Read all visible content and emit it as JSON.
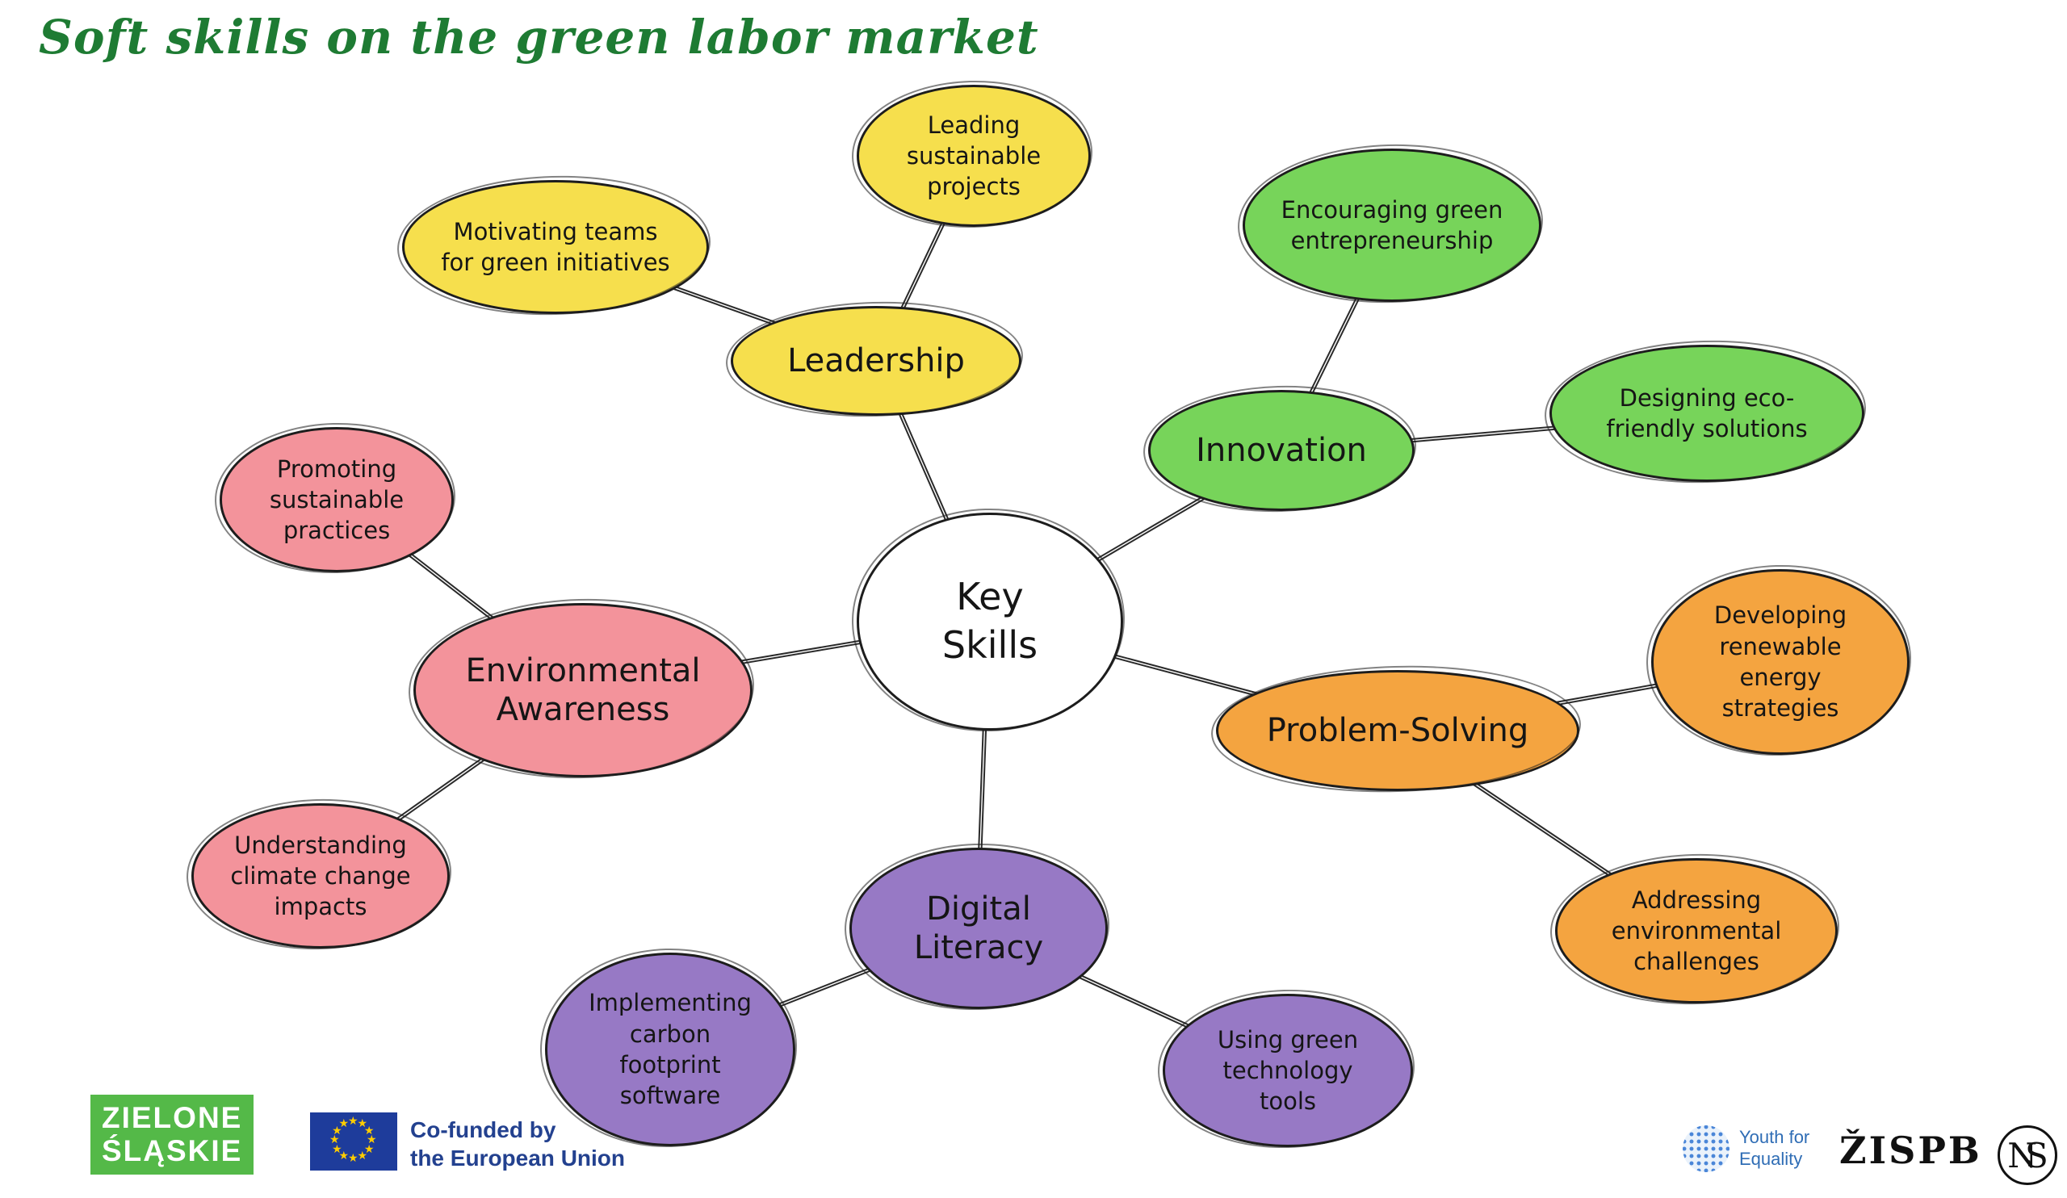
{
  "title": "Soft skills on the green labor market",
  "colors": {
    "title": "#1E7B33",
    "connector_line": "#2A2A2A",
    "center_fill": "#FFFFFF"
  },
  "center": {
    "label": "Key Skills"
  },
  "branches": [
    {
      "label": "Leadership",
      "color": "#F6DF4D",
      "children": [
        {
          "label": "Motivating teams for green initiatives"
        },
        {
          "label": "Leading sustainable projects"
        }
      ]
    },
    {
      "label": "Innovation",
      "color": "#77D45A",
      "children": [
        {
          "label": "Encouraging green entrepreneurship"
        },
        {
          "label": "Designing eco-friendly solutions"
        }
      ]
    },
    {
      "label": "Problem-Solving",
      "color": "#F4A440",
      "children": [
        {
          "label": "Developing renewable energy strategies"
        },
        {
          "label": "Addressing environmental challenges"
        }
      ]
    },
    {
      "label": "Digital Literacy",
      "color": "#9779C5",
      "children": [
        {
          "label": "Implementing carbon footprint software"
        },
        {
          "label": "Using green technology tools"
        }
      ]
    },
    {
      "label": "Environmental Awareness",
      "color": "#F3939B",
      "children": [
        {
          "label": "Promoting sustainable practices"
        },
        {
          "label": "Understanding climate change impacts"
        }
      ]
    }
  ],
  "footer": {
    "zielone": {
      "line1": "ZIELONE",
      "line2": "ŚLĄSKIE",
      "bg_color": "#54B948"
    },
    "eu": {
      "line1": "Co-funded by",
      "line2": "the European Union",
      "flag_color": "#1E3C9B",
      "star_color": "#FFCC00",
      "text_color": "#23418F"
    },
    "youth": {
      "line1": "Youth for",
      "line2": "Equality",
      "text_color": "#2F6DB5"
    },
    "zispb": "ŽISPB",
    "monogram": "NS"
  }
}
